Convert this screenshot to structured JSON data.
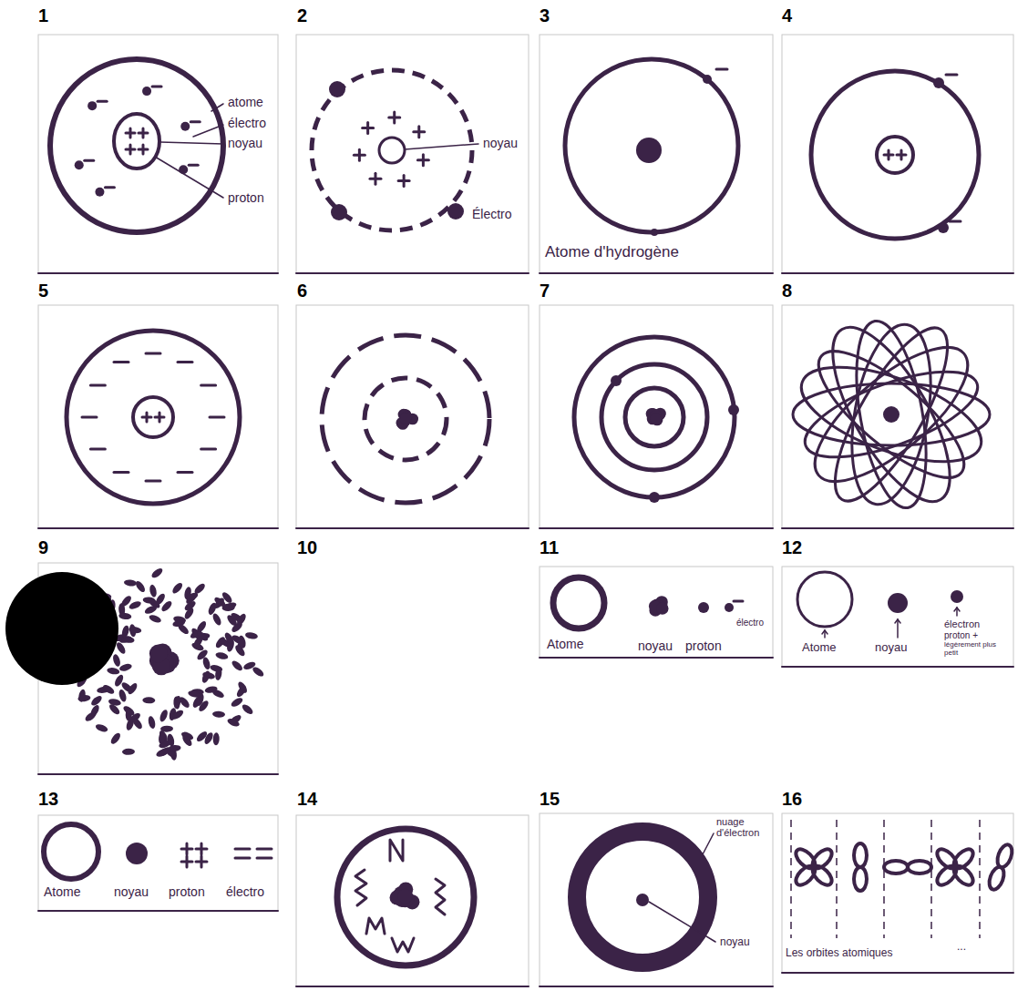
{
  "diagram": {
    "labels": [
      "1",
      "atome",
      "électro",
      "noyau",
      "proton",
      "2",
      "noyau",
      "Électro",
      "3",
      "Atome d'hydrogène",
      "4",
      "5",
      "6",
      "7",
      "8",
      "9",
      "10",
      "11",
      "Atome",
      "noyau",
      "proton",
      "électro",
      "12",
      "Atome",
      "noyau",
      "électron",
      "proton +",
      "légèrement plus petit",
      "13",
      "Atome",
      "noyau",
      "proton",
      "électro",
      "14",
      "15",
      "nuage d'électron",
      "noyau",
      "16",
      "Les orbites atomiques",
      "..."
    ]
  }
}
